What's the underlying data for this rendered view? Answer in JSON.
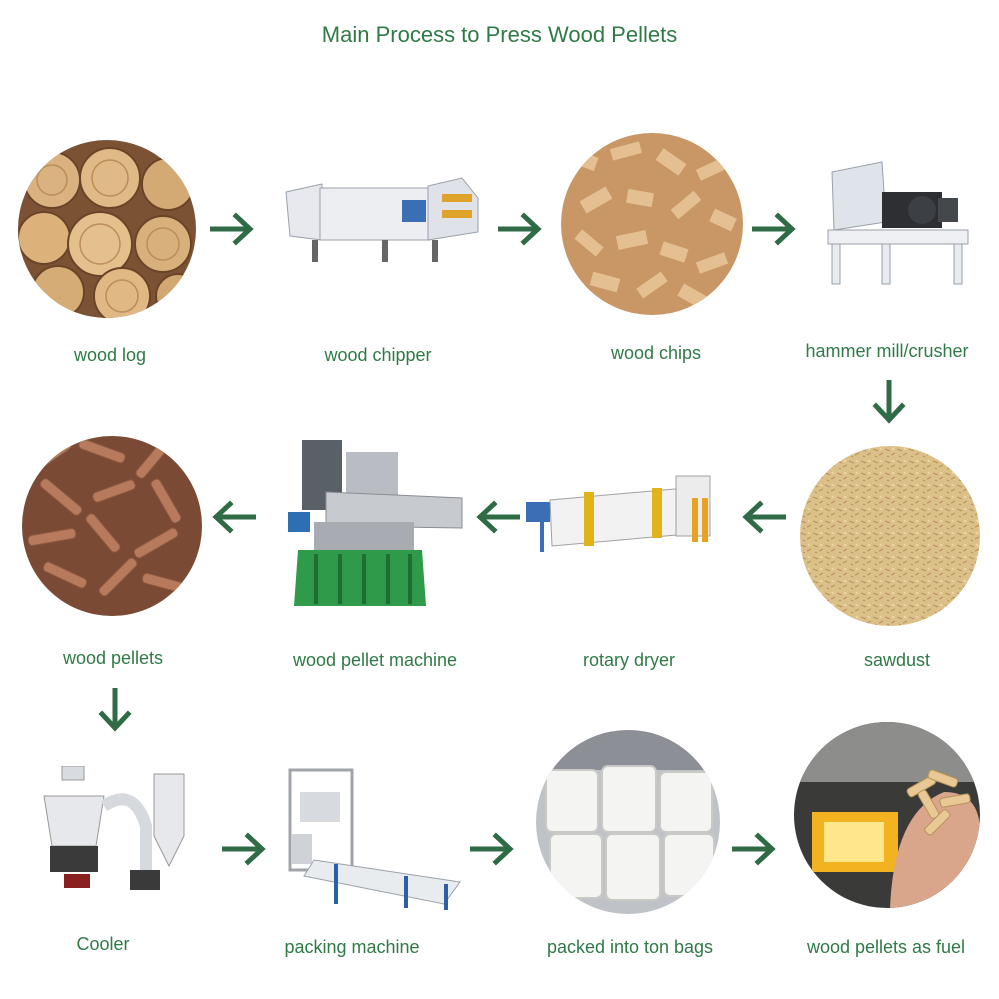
{
  "diagram": {
    "title": "Main Process to Press Wood Pellets",
    "steps": [
      {
        "label": "wood log"
      },
      {
        "label": "wood chipper"
      },
      {
        "label": "wood chips"
      },
      {
        "label": "hammer mill/crusher"
      },
      {
        "label": "sawdust"
      },
      {
        "label": "rotary dryer"
      },
      {
        "label": "wood pellet machine"
      },
      {
        "label": "wood pellets"
      },
      {
        "label": "Cooler"
      },
      {
        "label": "packing machine"
      },
      {
        "label": "packed into ton bags"
      },
      {
        "label": "wood pellets as fuel"
      }
    ]
  }
}
